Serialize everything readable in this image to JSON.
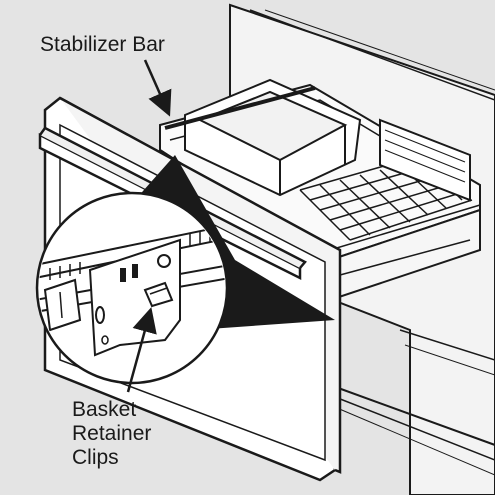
{
  "labels": {
    "stabilizer_bar": "Stabilizer Bar",
    "basket_retainer_clips": [
      "Basket",
      "Retainer",
      "Clips"
    ]
  },
  "colors": {
    "background": "#e4e4e4",
    "line": "#1a1a1a",
    "panel": "#ffffff"
  },
  "icons": [
    "arrow-icon"
  ]
}
